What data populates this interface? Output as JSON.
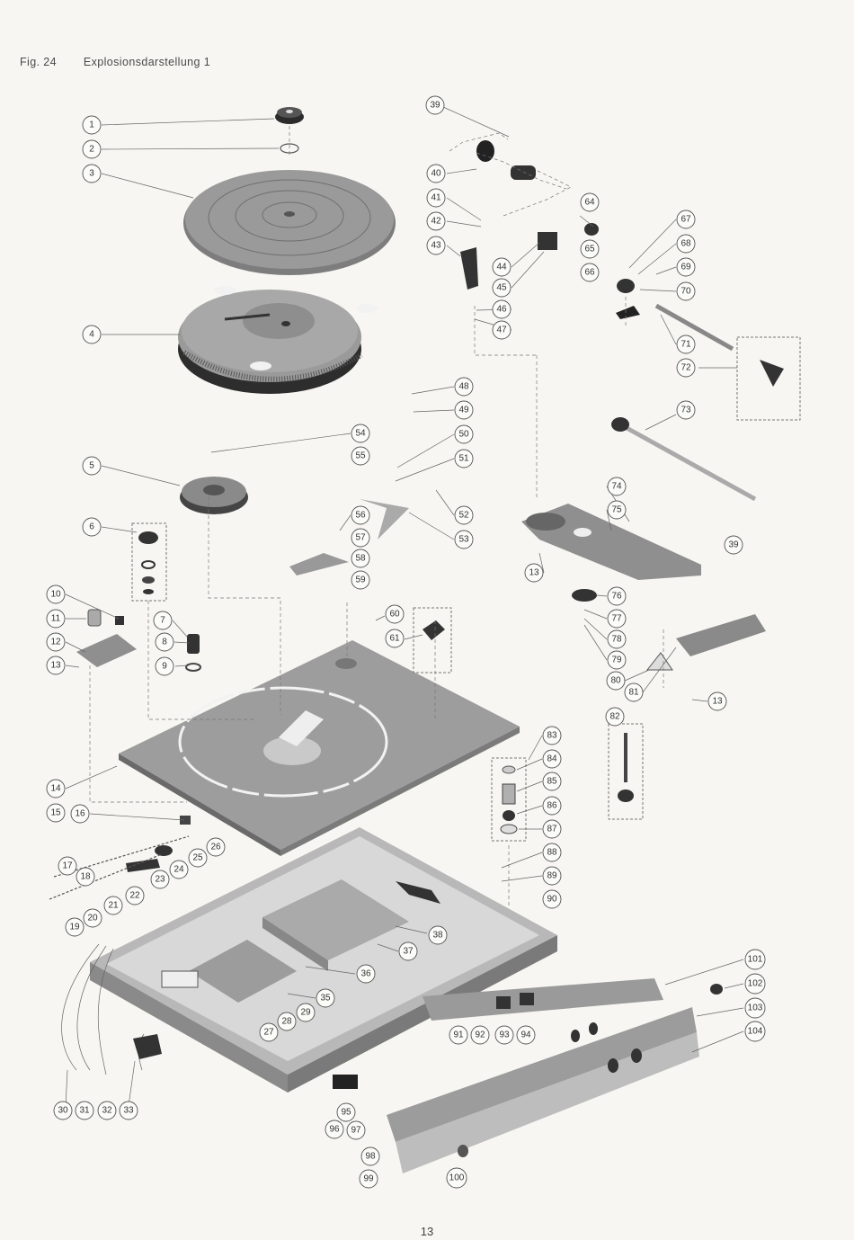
{
  "header": {
    "figure": "Fig. 24",
    "title": "Explosionsdarstellung 1"
  },
  "page_number": "13",
  "callouts": [
    "1",
    "2",
    "3",
    "4",
    "5",
    "6",
    "7",
    "8",
    "9",
    "10",
    "11",
    "12",
    "13",
    "14",
    "15",
    "16",
    "17",
    "18",
    "19",
    "20",
    "21",
    "22",
    "23",
    "24",
    "25",
    "26",
    "27",
    "28",
    "29",
    "30",
    "31",
    "32",
    "33",
    "35",
    "36",
    "37",
    "38",
    "39",
    "40",
    "41",
    "42",
    "43",
    "44",
    "45",
    "46",
    "47",
    "48",
    "49",
    "50",
    "51",
    "52",
    "53",
    "54",
    "55",
    "56",
    "57",
    "58",
    "59",
    "60",
    "61",
    "64",
    "65",
    "66",
    "67",
    "68",
    "69",
    "70",
    "71",
    "72",
    "73",
    "74",
    "75",
    "76",
    "77",
    "78",
    "79",
    "80",
    "81",
    "82",
    "83",
    "84",
    "85",
    "86",
    "87",
    "88",
    "89",
    "90",
    "91",
    "92",
    "93",
    "94",
    "95",
    "96",
    "97",
    "98",
    "99",
    "100",
    "101",
    "102",
    "103",
    "104"
  ]
}
